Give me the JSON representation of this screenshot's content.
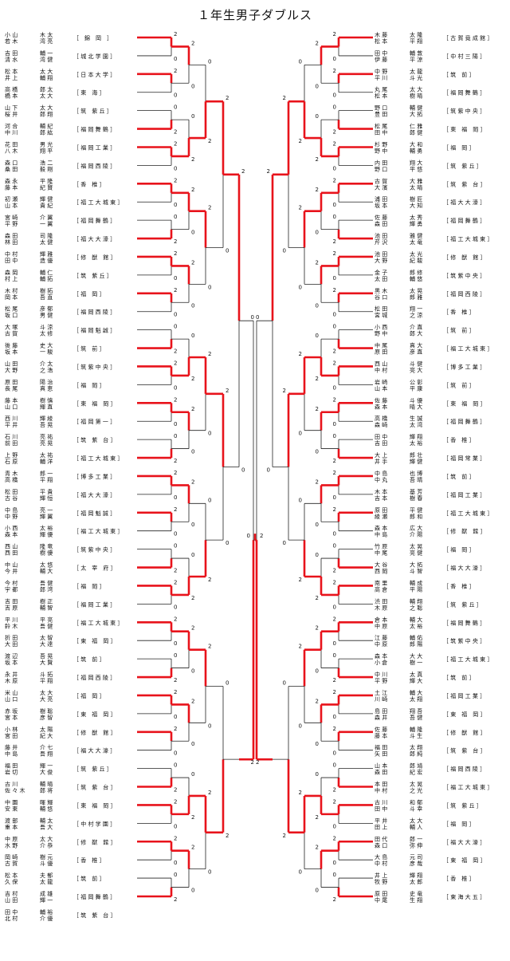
{
  "title": "１年生男子ダブルス",
  "colors": {
    "winner_line": "#e8131b",
    "line": "#222222"
  },
  "left_entries": [
    {
      "p1": "小 山",
      "p2": "若 木",
      "s1": "木 太",
      "s2": "湾 亮",
      "school": "［　錦　岡　］"
    },
    {
      "p1": "吉 田",
      "p2": "清 水",
      "s1": "輔 一",
      "s2": "湾 健",
      "school": "［ 城 北 学 園 ］"
    },
    {
      "p1": "松 本",
      "p2": "井 上",
      "s1": "太 大",
      "s2": "輔 翔",
      "school": "［ 日 本 大 学 ］"
    },
    {
      "p1": "高 橋",
      "p2": "橋 本",
      "s1": "郎 太",
      "s2": "太 大",
      "school": "［ 東　海 ］"
    },
    {
      "p1": "山 下",
      "p2": "桜 井",
      "s1": "太 大",
      "s2": "郎 翔",
      "school": "［ 筑　紫 丘 ］"
    },
    {
      "p1": "河 合",
      "p2": "中 川",
      "s1": "輔 紀",
      "s2": "郎 紘",
      "school": "［ 福 岡 舞 鶴 ］"
    },
    {
      "p1": "花 田",
      "p2": "八 木",
      "s1": "男 光",
      "s2": "翔 平",
      "school": "［ 福 岡 工 業 ］"
    },
    {
      "p1": "森 口",
      "p2": "桑 田",
      "s1": "浩 二",
      "s2": "毅 剛",
      "school": "［ 福 岡 西 陵 ］"
    },
    {
      "p1": "森 永",
      "p2": "藤 本",
      "s1": "平 隆",
      "s2": "紀 賢",
      "school": "［ 香　椎 ］"
    },
    {
      "p1": "初 瀬",
      "p2": "山 本",
      "s1": "輝 健",
      "s2": "貴 紀",
      "school": "［ 福 工 大 城 東 ］"
    },
    {
      "p1": "宮 崎",
      "p2": "平 野",
      "s1": "介 翼",
      "s2": "一 翼",
      "school": "［ 福 岡 舞 鶴 ］"
    },
    {
      "p1": "森 田",
      "p2": "林 田",
      "s1": "司 隆",
      "s2": "太 健",
      "school": "［ 福 大 大 濠 ］"
    },
    {
      "p1": "中 村",
      "p2": "田 中",
      "s1": "輝 雅",
      "s2": "造 優",
      "school": "［ 修　猷　館 ］"
    },
    {
      "p1": "森 岡",
      "p2": "村 上",
      "s1": "輔 仁",
      "s2": "輔 拓",
      "school": "［ 筑　紫 丘 ］"
    },
    {
      "p1": "木 村",
      "p2": "岡 本",
      "s1": "樹 拓",
      "s2": "吾 直",
      "school": "［ 福　岡 ］"
    },
    {
      "p1": "松 尾",
      "p2": "坂 口",
      "s1": "彦 郁",
      "s2": "男 健",
      "school": "［ 福 岡 西 陵 ］"
    },
    {
      "p1": "大 塚",
      "p2": "古 賀",
      "s1": "斗 涼",
      "s2": "太 修",
      "school": "［ 福 岡 魁 誠 ］"
    },
    {
      "p1": "後 藤",
      "p2": "坂 本",
      "s1": "史 大",
      "s2": "一 駿",
      "school": "［ 筑　前 ］"
    },
    {
      "p1": "山 田",
      "p2": "大 野",
      "s1": "介 太",
      "s2": "之 浩",
      "school": "［ 筑 紫 中 央 ］"
    },
    {
      "p1": "原 田",
      "p2": "長 尾",
      "s1": "陽 治",
      "s2": "真 恵",
      "school": "［ 福　岡 ］"
    },
    {
      "p1": "藤 本",
      "p2": "山 口",
      "s1": "樹 慎",
      "s2": "輝 直",
      "school": "［ 東　福　岡 ］"
    },
    {
      "p1": "西 川",
      "p2": "平 井",
      "s1": "輝 綾",
      "s2": "吾 晃",
      "school": "［ 福 岡 第 一 ］"
    },
    {
      "p1": "石 川",
      "p2": "前 田",
      "s1": "亮 祐",
      "s2": "亮 晃",
      "school": "［ 筑　紫　台 ］"
    },
    {
      "p1": "上 野",
      "p2": "石 原",
      "s1": "太 祐",
      "s2": "輔 洋",
      "school": "［ 福 工 大 城 東 ］"
    },
    {
      "p1": "青 木",
      "p2": "高 橋",
      "s1": "郎 一",
      "s2": "平 翔",
      "school": "［ 博 多 工 業 ］"
    },
    {
      "p1": "松 田",
      "p2": "古 谷",
      "s1": "平 貴",
      "s2": "輝 恒",
      "school": "［ 福 大 大 濠 ］"
    },
    {
      "p1": "中 島",
      "p2": "中 野",
      "s1": "亮 一",
      "s2": "輝 翼",
      "school": "［ 福 岡 魁 誠 ］"
    },
    {
      "p1": "小 西",
      "p2": "森 本",
      "s1": "太 裕",
      "s2": "輝 優",
      "school": "［ 福 工 大 城 東 ］"
    },
    {
      "p1": "西 山",
      "p2": "西 田",
      "s1": "隆 竜",
      "s2": "樹 優",
      "school": "［ 筑 紫 中 央 ］"
    },
    {
      "p1": "中 山",
      "p2": "今 井",
      "s1": "太 悠",
      "s2": "輔 大",
      "school": "［ 太　宰　府 ］"
    },
    {
      "p1": "今 村",
      "p2": "宇 都",
      "s1": "吾 健",
      "s2": "郎 湾",
      "school": "［ 福　岡 ］"
    },
    {
      "p1": "吉 田",
      "p2": "吉 原",
      "s1": "樹 正",
      "s2": "輔 智",
      "school": "［ 福 岡 工 業 ］"
    },
    {
      "p1": "平 川",
      "p2": "鈴 木",
      "s1": "平 亮",
      "s2": "吾 健",
      "school": "［ 福 工 大 城 東 ］"
    },
    {
      "p1": "折 田",
      "p2": "大 田",
      "s1": "太 智",
      "s2": "大 達",
      "school": "［ 東　福　岡 ］"
    },
    {
      "p1": "渡 辺",
      "p2": "坂 本",
      "s1": "吾 晃",
      "s2": "大 賢",
      "school": "［ 筑　前 ］"
    },
    {
      "p1": "永 井",
      "p2": "木 原",
      "s1": "斗 拓",
      "s2": "平 翔",
      "school": "［ 福 岡 西 陵 ］"
    },
    {
      "p1": "米 山",
      "p2": "山 口",
      "s1": "太 大",
      "s2": "大 亮",
      "school": "［ 福　岡 ］"
    },
    {
      "p1": "赤 坂",
      "p2": "宮 本",
      "s1": "樹 聡",
      "s2": "彦 智",
      "school": "［ 東　福　岡 ］"
    },
    {
      "p1": "小 林",
      "p2": "宮 田",
      "s1": "太 陽",
      "s2": "紀 大",
      "school": "［ 修　猷　館 ］"
    },
    {
      "p1": "藤 井",
      "p2": "中 島",
      "s1": "介 七",
      "s2": "吾 翔",
      "school": "［ 福 大 大 濠 ］"
    },
    {
      "p1": "福 田",
      "p2": "岩 切",
      "s1": "輝 一",
      "s2": "大 俊",
      "school": "［ 筑　紫 丘 ］"
    },
    {
      "p1": "古 川",
      "p2": "佐 々 木",
      "s1": "輔 晴",
      "s2": "郎 将",
      "school": "［ 筑　紫　台 ］"
    },
    {
      "p1": "中 園",
      "p2": "安 東",
      "s1": "暉 輝",
      "s2": "輔 悠",
      "school": "［ 東　福　岡 ］"
    },
    {
      "p1": "渡 部",
      "p2": "重 本",
      "s1": "輔 太",
      "s2": "吾 大",
      "school": "［ 中 村 学 園 ］"
    },
    {
      "p1": "中 原",
      "p2": "水 野",
      "s1": "太 大",
      "s2": "介 恭",
      "school": "［ 修　猷　館 ］"
    },
    {
      "p1": "岡 崎",
      "p2": "古 賀",
      "s1": "樹 元",
      "s2": "斗 優",
      "school": "［ 香　椎 ］"
    },
    {
      "p1": "松 本",
      "p2": "久 保",
      "s1": "夫 郁",
      "s2": "太 龍",
      "school": "［ 筑　前 ］"
    },
    {
      "p1": "吉 村",
      "p2": "山 田",
      "s1": "成 雄",
      "s2": "輝 一",
      "school": "［ 福 岡 舞 鶴 ］"
    },
    {
      "p1": "田 中",
      "p2": "北 村",
      "s1": "輔 裕",
      "s2": "介 優",
      "school": "［ 筑　紫　台 ］"
    }
  ],
  "right_entries": [
    {
      "p1": "木 藤",
      "p2": "松 本",
      "s1": "太 隆",
      "s2": "平 翔",
      "school": "［ 古 賀 竟 成 館 ］"
    },
    {
      "p1": "田 中",
      "p2": "伊 藤",
      "s1": "輔 敦",
      "s2": "平 涼",
      "school": "［ 中 村 三 陽 ］"
    },
    {
      "p1": "中 野",
      "p2": "平 川",
      "s1": "太 龍",
      "s2": "斗 光",
      "school": "［ 筑　前 ］"
    },
    {
      "p1": "丸 尾",
      "p2": "松 本",
      "s1": "太 大",
      "s2": "樹 晴",
      "school": "［ 福 岡 舞 鶴 ］"
    },
    {
      "p1": "野 口",
      "p2": "豊 田",
      "s1": "輔 健",
      "s2": "大 拓",
      "school": "［ 筑 紫 中 央 ］"
    },
    {
      "p1": "松 尾",
      "p2": "田 中",
      "s1": "仁 雅",
      "s2": "郎 健",
      "school": "［ 東　福　岡 ］"
    },
    {
      "p1": "杉 野",
      "p2": "野 中",
      "s1": "大 和",
      "s2": "輔 勇",
      "school": "［ 福　岡 ］"
    },
    {
      "p1": "内 田",
      "p2": "野 口",
      "s1": "翔 大",
      "s2": "平 悠",
      "school": "［ 筑　紫 丘 ］"
    },
    {
      "p1": "古 賀",
      "p2": "大 濱",
      "s1": "大 雅",
      "s2": "太 晴",
      "school": "［ 筑　紫　台 ］"
    },
    {
      "p1": "浦 田",
      "p2": "坂 本",
      "s1": "樹 匠",
      "s2": "大 知",
      "school": "［ 福 大 大 濠 ］"
    },
    {
      "p1": "佐 藤",
      "p2": "森 田",
      "s1": "太 秀",
      "s2": "輝 勇",
      "school": "［ 福 岡 舞 鶴 ］"
    },
    {
      "p1": "池 田",
      "p2": "芹 沢",
      "s1": "雅 健",
      "s2": "太 竜",
      "school": "［ 福 工 大 城 東 ］"
    },
    {
      "p1": "池 田",
      "p2": "大 野",
      "s1": "太 光",
      "s2": "紀 駿",
      "school": "［ 修　猷　館 ］"
    },
    {
      "p1": "金 子",
      "p2": "太 田",
      "s1": "郎 修",
      "s2": "輔 悠",
      "school": "［ 筑 紫 中 央 ］"
    },
    {
      "p1": "黒 木",
      "p2": "谷 口",
      "s1": "太 晃",
      "s2": "郎 雅",
      "school": "［ 福 岡 西 陵 ］"
    },
    {
      "p1": "松 田",
      "p2": "宮 城",
      "s1": "翔 一",
      "s2": "之 涼",
      "school": "［ 香　椎 ］"
    },
    {
      "p1": "小 西",
      "p2": "野 中",
      "s1": "介 直",
      "s2": "郎 大",
      "school": "［ 筑　前 ］"
    },
    {
      "p1": "中 尾",
      "p2": "原 田",
      "s1": "真 大",
      "s2": "彦 直",
      "school": "［ 福 工 大 城 東 ］"
    },
    {
      "p1": "西 山",
      "p2": "中 村",
      "s1": "斗 健",
      "s2": "亮 大",
      "school": "［ 博 多 工 業 ］"
    },
    {
      "p1": "岩 崎",
      "p2": "山 本",
      "s1": "公 彰",
      "s2": "平 康",
      "school": "［ 筑　前 ］"
    },
    {
      "p1": "佐 藤",
      "p2": "森 本",
      "s1": "斗 優",
      "s2": "晴 大",
      "school": "［ 東　福　岡 ］"
    },
    {
      "p1": "高 橋",
      "p2": "森 崎",
      "s1": "生 誠",
      "s2": "太 湾",
      "school": "［ 福 岡 舞 鶴 ］"
    },
    {
      "p1": "田 中",
      "p2": "吉 田",
      "s1": "輝 翔",
      "s2": "太 裕",
      "school": "［ 香　椎 ］"
    },
    {
      "p1": "大 上",
      "p2": "井 手",
      "s1": "郎 壮",
      "s2": "輝 健",
      "school": "［ 福 岡 常 業 ］"
    },
    {
      "p1": "中 島",
      "p2": "中 丸",
      "s1": "也 博",
      "s2": "吾 晴",
      "school": "［ 筑　前 ］"
    },
    {
      "p1": "木 本",
      "p2": "吉 本",
      "s1": "基 芳",
      "s2": "樹 春",
      "school": "［ 福 岡 工 業 ］"
    },
    {
      "p1": "原 田",
      "p2": "綾 瀬",
      "s1": "平 健",
      "s2": "郎 和",
      "school": "［ 福 工 大 城 東 ］"
    },
    {
      "p1": "森 本",
      "p2": "中 島",
      "s1": "広 大",
      "s2": "介 陽",
      "school": "［ 修　猷　館 ］"
    },
    {
      "p1": "竹 原",
      "p2": "中 尾",
      "s1": "太 晃",
      "s2": "亮 健",
      "school": "［ 福　岡 ］"
    },
    {
      "p1": "大 谷",
      "p2": "西 岡",
      "s1": "大 拓",
      "s2": "斗 智",
      "school": "［ 福 大 大 濠 ］"
    },
    {
      "p1": "南 里",
      "p2": "高 倉",
      "s1": "輔 成",
      "s2": "平 陽",
      "school": "［ 香　椎 ］"
    },
    {
      "p1": "渋 田",
      "p2": "木 原",
      "s1": "輔 翔",
      "s2": "之 聡",
      "school": "［ 筑　紫 丘 ］"
    },
    {
      "p1": "倉 本",
      "p2": "中 原",
      "s1": "輔 大",
      "s2": "太 裕",
      "school": "［ 福 岡 舞 鶴 ］"
    },
    {
      "p1": "江 藤",
      "p2": "中 原",
      "s1": "輔 佑",
      "s2": "郎 陽",
      "school": "［ 筑 紫 中 央 ］"
    },
    {
      "p1": "森 本",
      "p2": "小 倉",
      "s1": "大 大",
      "s2": "樹 一",
      "school": "［ 福 工 大 城 東 ］"
    },
    {
      "p1": "中 川",
      "p2": "平 野",
      "s1": "太 真",
      "s2": "輝 大",
      "school": "［ 筑　前 ］"
    },
    {
      "p1": "土 江",
      "p2": "川 崎",
      "s1": "輔 大",
      "s2": "太 翔",
      "school": "［ 福 岡 工 業 ］"
    },
    {
      "p1": "島 田",
      "p2": "森 井",
      "s1": "翔 吾",
      "s2": "吾 健",
      "school": "［ 東　福　岡 ］"
    },
    {
      "p1": "佐 藤",
      "p2": "藤 本",
      "s1": "輔 隆",
      "s2": "斗 生",
      "school": "［ 修　猷　館 ］"
    },
    {
      "p1": "福 田",
      "p2": "矢 田",
      "s1": "太 翔",
      "s2": "郎 純",
      "school": "［ 筑　紫　台 ］"
    },
    {
      "p1": "山 本",
      "p2": "森 田",
      "s1": "郎 靖",
      "s2": "紀 宏",
      "school": "［ 福 岡 西 陵 ］"
    },
    {
      "p1": "本 田",
      "p2": "中 村",
      "s1": "太 晃",
      "s2": "之 光",
      "school": "［ 福 工 大 城 東 ］"
    },
    {
      "p1": "古 川",
      "p2": "田 中",
      "s1": "和 郁",
      "s2": "斗 幸",
      "school": "［ 筑　紫 丘 ］"
    },
    {
      "p1": "平 井",
      "p2": "田 上",
      "s1": "太 大",
      "s2": "輔 人",
      "school": "［ 福　岡 ］"
    },
    {
      "p1": "田 代",
      "p2": "森 口",
      "s1": "郎 一",
      "s2": "弥 伸",
      "school": "［ 福 大 大 濠 ］"
    },
    {
      "p1": "大 島",
      "p2": "中 村",
      "s1": "元 司",
      "s2": "彦 哉",
      "school": "［ 東　福　岡 ］"
    },
    {
      "p1": "井 上",
      "p2": "牧 野",
      "s1": "輝 翔",
      "s2": "太 郎",
      "school": "［ 香　椎 ］"
    },
    {
      "p1": "原 田",
      "p2": "中 尾",
      "s1": "史 竜",
      "s2": "生 翔",
      "school": "［ 東 海 大 五 ］"
    }
  ],
  "final_scores": {
    "left": "0",
    "right": "2"
  }
}
